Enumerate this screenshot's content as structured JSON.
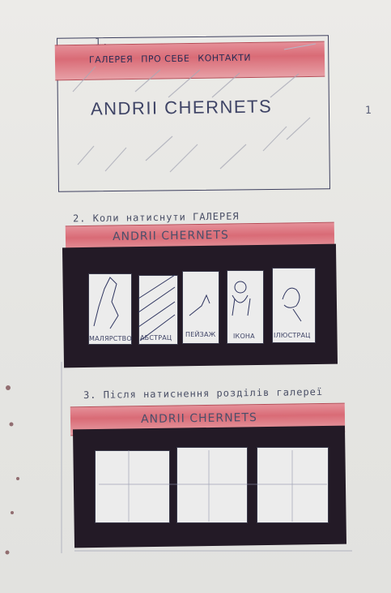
{
  "sketch_1": {
    "number": "1.",
    "side_number": "1",
    "nav": [
      "ГАЛЕРЕЯ",
      "ПРО СЕБЕ",
      "КОНТАКТИ"
    ],
    "title": "ANDRII CHERNETS"
  },
  "sketch_2": {
    "label": "2. Коли натиснути ГАЛЕРЕЯ",
    "title": "ANDRII CHERNETS",
    "panels": [
      "МАЛЯРСТВО",
      "АБСТРАЦ",
      "ПЕЙЗАЖ",
      "ІКОНА",
      "ІЛЮСТРАЦ"
    ]
  },
  "sketch_3": {
    "label": "3. Після натиснення розділів галереї",
    "title": "ANDRII CHERNETS"
  },
  "colors": {
    "marker": "#231a26",
    "red_bar": "#d96b76",
    "pencil": "#4a4f66"
  }
}
